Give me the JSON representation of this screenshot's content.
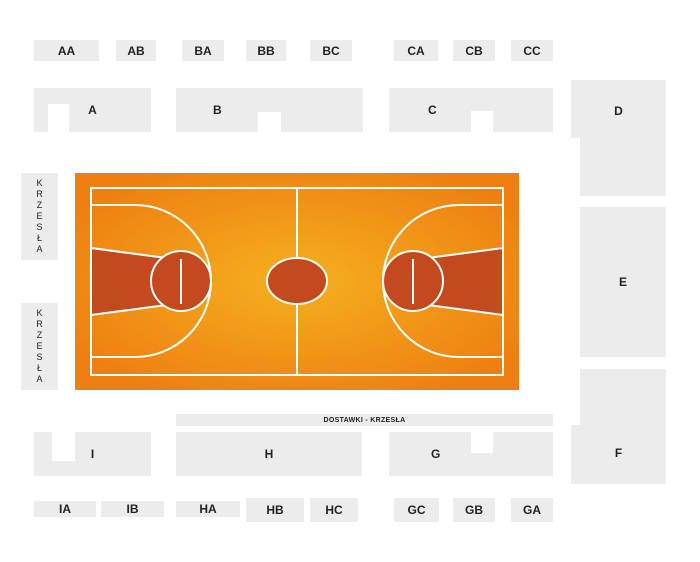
{
  "colors": {
    "section_fill": "#ececec",
    "court_orange": "#ee8a1a",
    "court_center": "#f5b020",
    "paint": "#c24a1e",
    "lines": "#ffffff"
  },
  "sections": {
    "AA": "AA",
    "AB": "AB",
    "BA": "BA",
    "BB": "BB",
    "BC": "BC",
    "CA": "CA",
    "CB": "CB",
    "CC": "CC",
    "A": "A",
    "B": "B",
    "C": "C",
    "D": "D",
    "E": "E",
    "F": "F",
    "G": "G",
    "H": "H",
    "I": "I",
    "IA": "IA",
    "IB": "IB",
    "HA": "HA",
    "HB": "HB",
    "HC": "HC",
    "GC": "GC",
    "GB": "GB",
    "GA": "GA"
  },
  "chairs_label": "KRZESŁA",
  "extra_strip_label": "DOSTAWKI - KRZESŁA",
  "court": {
    "type": "basketball-court"
  }
}
